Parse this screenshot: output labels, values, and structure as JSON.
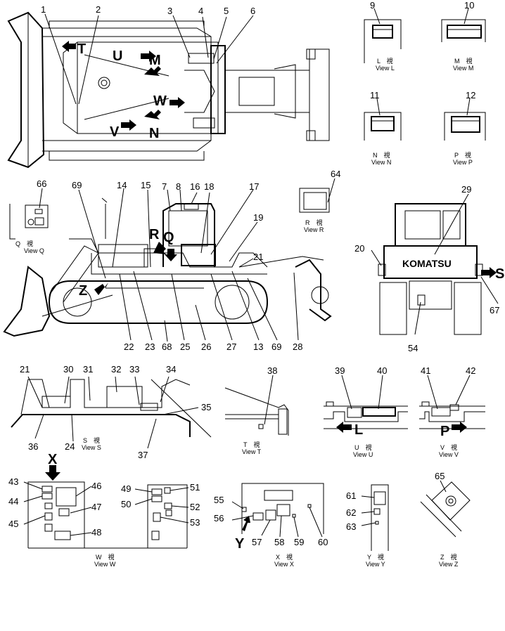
{
  "labels": {
    "top_view": [
      {
        "id": "1",
        "text": "1"
      },
      {
        "id": "2",
        "text": "2"
      },
      {
        "id": "3",
        "text": "3"
      },
      {
        "id": "4",
        "text": "4"
      },
      {
        "id": "5",
        "text": "5"
      },
      {
        "id": "6",
        "text": "6"
      }
    ],
    "top_letters": {
      "t": "T",
      "u": "U",
      "m": "M",
      "w": "W",
      "v": "V",
      "n": "N"
    },
    "side_view": [
      {
        "id": "66",
        "text": "66"
      },
      {
        "id": "69a",
        "text": "69"
      },
      {
        "id": "14",
        "text": "14"
      },
      {
        "id": "15",
        "text": "15"
      },
      {
        "id": "7",
        "text": "7"
      },
      {
        "id": "8",
        "text": "8"
      },
      {
        "id": "16",
        "text": "16"
      },
      {
        "id": "18",
        "text": "18"
      },
      {
        "id": "17",
        "text": "17"
      },
      {
        "id": "19",
        "text": "19"
      },
      {
        "id": "21",
        "text": "21"
      },
      {
        "id": "22",
        "text": "22"
      },
      {
        "id": "23",
        "text": "23"
      },
      {
        "id": "68",
        "text": "68"
      },
      {
        "id": "25",
        "text": "25"
      },
      {
        "id": "26",
        "text": "26"
      },
      {
        "id": "27",
        "text": "27"
      },
      {
        "id": "13",
        "text": "13"
      },
      {
        "id": "69b",
        "text": "69"
      },
      {
        "id": "28",
        "text": "28"
      },
      {
        "id": "64",
        "text": "64"
      }
    ],
    "side_letters": {
      "r": "R",
      "q": "Q",
      "z": "Z"
    },
    "rear_view": [
      {
        "id": "29",
        "text": "29"
      },
      {
        "id": "20",
        "text": "20"
      },
      {
        "id": "67",
        "text": "67"
      },
      {
        "id": "54",
        "text": "54"
      }
    ],
    "rear_letters": {
      "s": "S"
    },
    "komatsu": "KOMATSU",
    "view_s_nums": [
      {
        "id": "21",
        "text": "21"
      },
      {
        "id": "30",
        "text": "30"
      },
      {
        "id": "31",
        "text": "31"
      },
      {
        "id": "32",
        "text": "32"
      },
      {
        "id": "33",
        "text": "33"
      },
      {
        "id": "34",
        "text": "34"
      },
      {
        "id": "35",
        "text": "35"
      },
      {
        "id": "36",
        "text": "36"
      },
      {
        "id": "24",
        "text": "24"
      },
      {
        "id": "37",
        "text": "37"
      }
    ],
    "view_t_nums": [
      {
        "id": "38",
        "text": "38"
      }
    ],
    "view_u_nums": [
      {
        "id": "39",
        "text": "39"
      },
      {
        "id": "40",
        "text": "40"
      }
    ],
    "view_u_letter": "L",
    "view_v_nums": [
      {
        "id": "41",
        "text": "41"
      },
      {
        "id": "42",
        "text": "42"
      }
    ],
    "view_v_letter": "P",
    "view_w_nums": [
      {
        "id": "43",
        "text": "43"
      },
      {
        "id": "44",
        "text": "44"
      },
      {
        "id": "45",
        "text": "45"
      },
      {
        "id": "46",
        "text": "46"
      },
      {
        "id": "47",
        "text": "47"
      },
      {
        "id": "48",
        "text": "48"
      },
      {
        "id": "49",
        "text": "49"
      },
      {
        "id": "50",
        "text": "50"
      },
      {
        "id": "51",
        "text": "51"
      },
      {
        "id": "52",
        "text": "52"
      },
      {
        "id": "53",
        "text": "53"
      }
    ],
    "view_w_letter": "X",
    "view_x_nums": [
      {
        "id": "55",
        "text": "55"
      },
      {
        "id": "56",
        "text": "56"
      },
      {
        "id": "57",
        "text": "57"
      },
      {
        "id": "58",
        "text": "58"
      },
      {
        "id": "59",
        "text": "59"
      },
      {
        "id": "60",
        "text": "60"
      }
    ],
    "view_x_letter": "Y",
    "view_y_nums": [
      {
        "id": "61",
        "text": "61"
      },
      {
        "id": "62",
        "text": "62"
      },
      {
        "id": "63",
        "text": "63"
      }
    ],
    "view_z_nums": [
      {
        "id": "65",
        "text": "65"
      }
    ],
    "detail_nums": {
      "n9": "9",
      "n10": "10",
      "n11": "11",
      "n12": "12"
    }
  },
  "captions": {
    "view_l": {
      "jp": "L　視",
      "en": "View L"
    },
    "view_m": {
      "jp": "M　視",
      "en": "View M"
    },
    "view_n": {
      "jp": "N　視",
      "en": "View N"
    },
    "view_p": {
      "jp": "P　視",
      "en": "View P"
    },
    "view_q": {
      "jp": "Q　視",
      "en": "View Q"
    },
    "view_r": {
      "jp": "R　視",
      "en": "View R"
    },
    "view_s": {
      "jp": "S　視",
      "en": "View S"
    },
    "view_t": {
      "jp": "T　視",
      "en": "View T"
    },
    "view_u": {
      "jp": "U　視",
      "en": "View U"
    },
    "view_v": {
      "jp": "V　視",
      "en": "View V"
    },
    "view_w": {
      "jp": "W　視",
      "en": "View W"
    },
    "view_x": {
      "jp": "X　視",
      "en": "View X"
    },
    "view_y": {
      "jp": "Y　視",
      "en": "View Y"
    },
    "view_z": {
      "jp": "Z　視",
      "en": "View Z"
    }
  }
}
